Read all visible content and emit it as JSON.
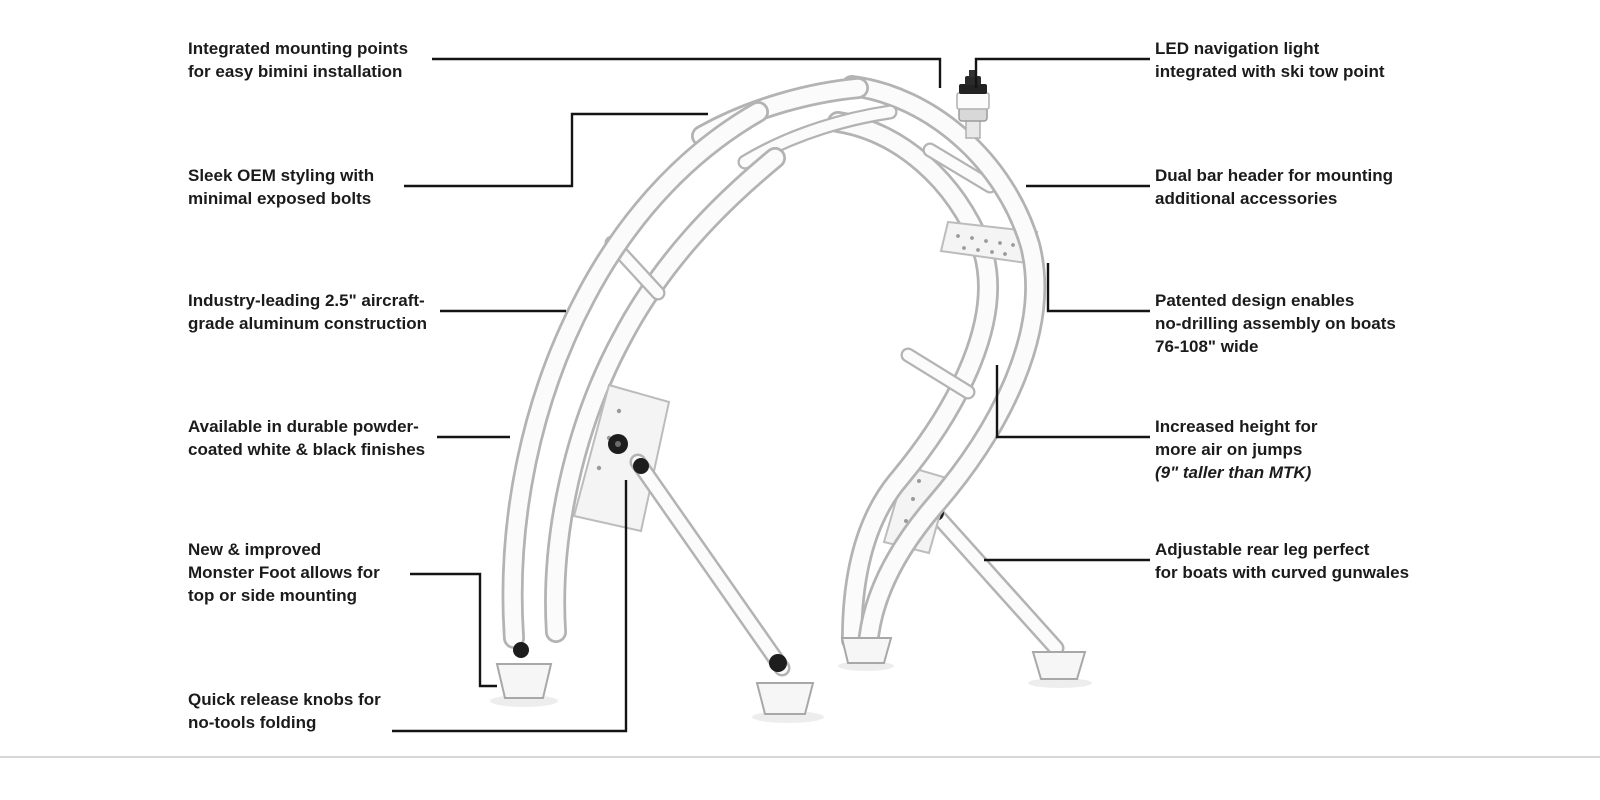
{
  "figure_type": "annotated-product-diagram",
  "subject": "white folding boat wakeboard tower with legs, feet, crossbars and navigation light",
  "colors": {
    "background": "#ffffff",
    "label_text": "#1b1b1b",
    "leader_line": "#141414",
    "tube_outline": "#b3b3b3",
    "tube_fill": "#fbfbfb",
    "hardware_black": "#1d1d1d"
  },
  "callouts": {
    "left": [
      {
        "lines": [
          "Integrated mounting points",
          "for easy bimini installation"
        ]
      },
      {
        "lines": [
          "Sleek OEM styling with",
          "minimal exposed bolts"
        ]
      },
      {
        "lines": [
          "Industry-leading 2.5\" aircraft-",
          "grade aluminum construction"
        ]
      },
      {
        "lines": [
          "Available in durable powder-",
          "coated white & black finishes"
        ]
      },
      {
        "lines": [
          "New & improved",
          "Monster Foot allows for",
          "top or side mounting"
        ]
      },
      {
        "lines": [
          "Quick release knobs for",
          "no-tools folding"
        ]
      }
    ],
    "right": [
      {
        "lines": [
          "LED navigation light",
          "integrated with ski tow point"
        ]
      },
      {
        "lines": [
          "Dual bar header for mounting",
          "additional accessories"
        ]
      },
      {
        "lines": [
          "Patented design enables",
          "no-drilling assembly on boats",
          "76-108\" wide"
        ]
      },
      {
        "lines": [
          "Increased height for",
          "more air on jumps",
          "(9\" taller than MTK)"
        ]
      },
      {
        "lines": [
          "Adjustable rear leg perfect",
          "for boats with curved gunwales"
        ]
      }
    ]
  }
}
